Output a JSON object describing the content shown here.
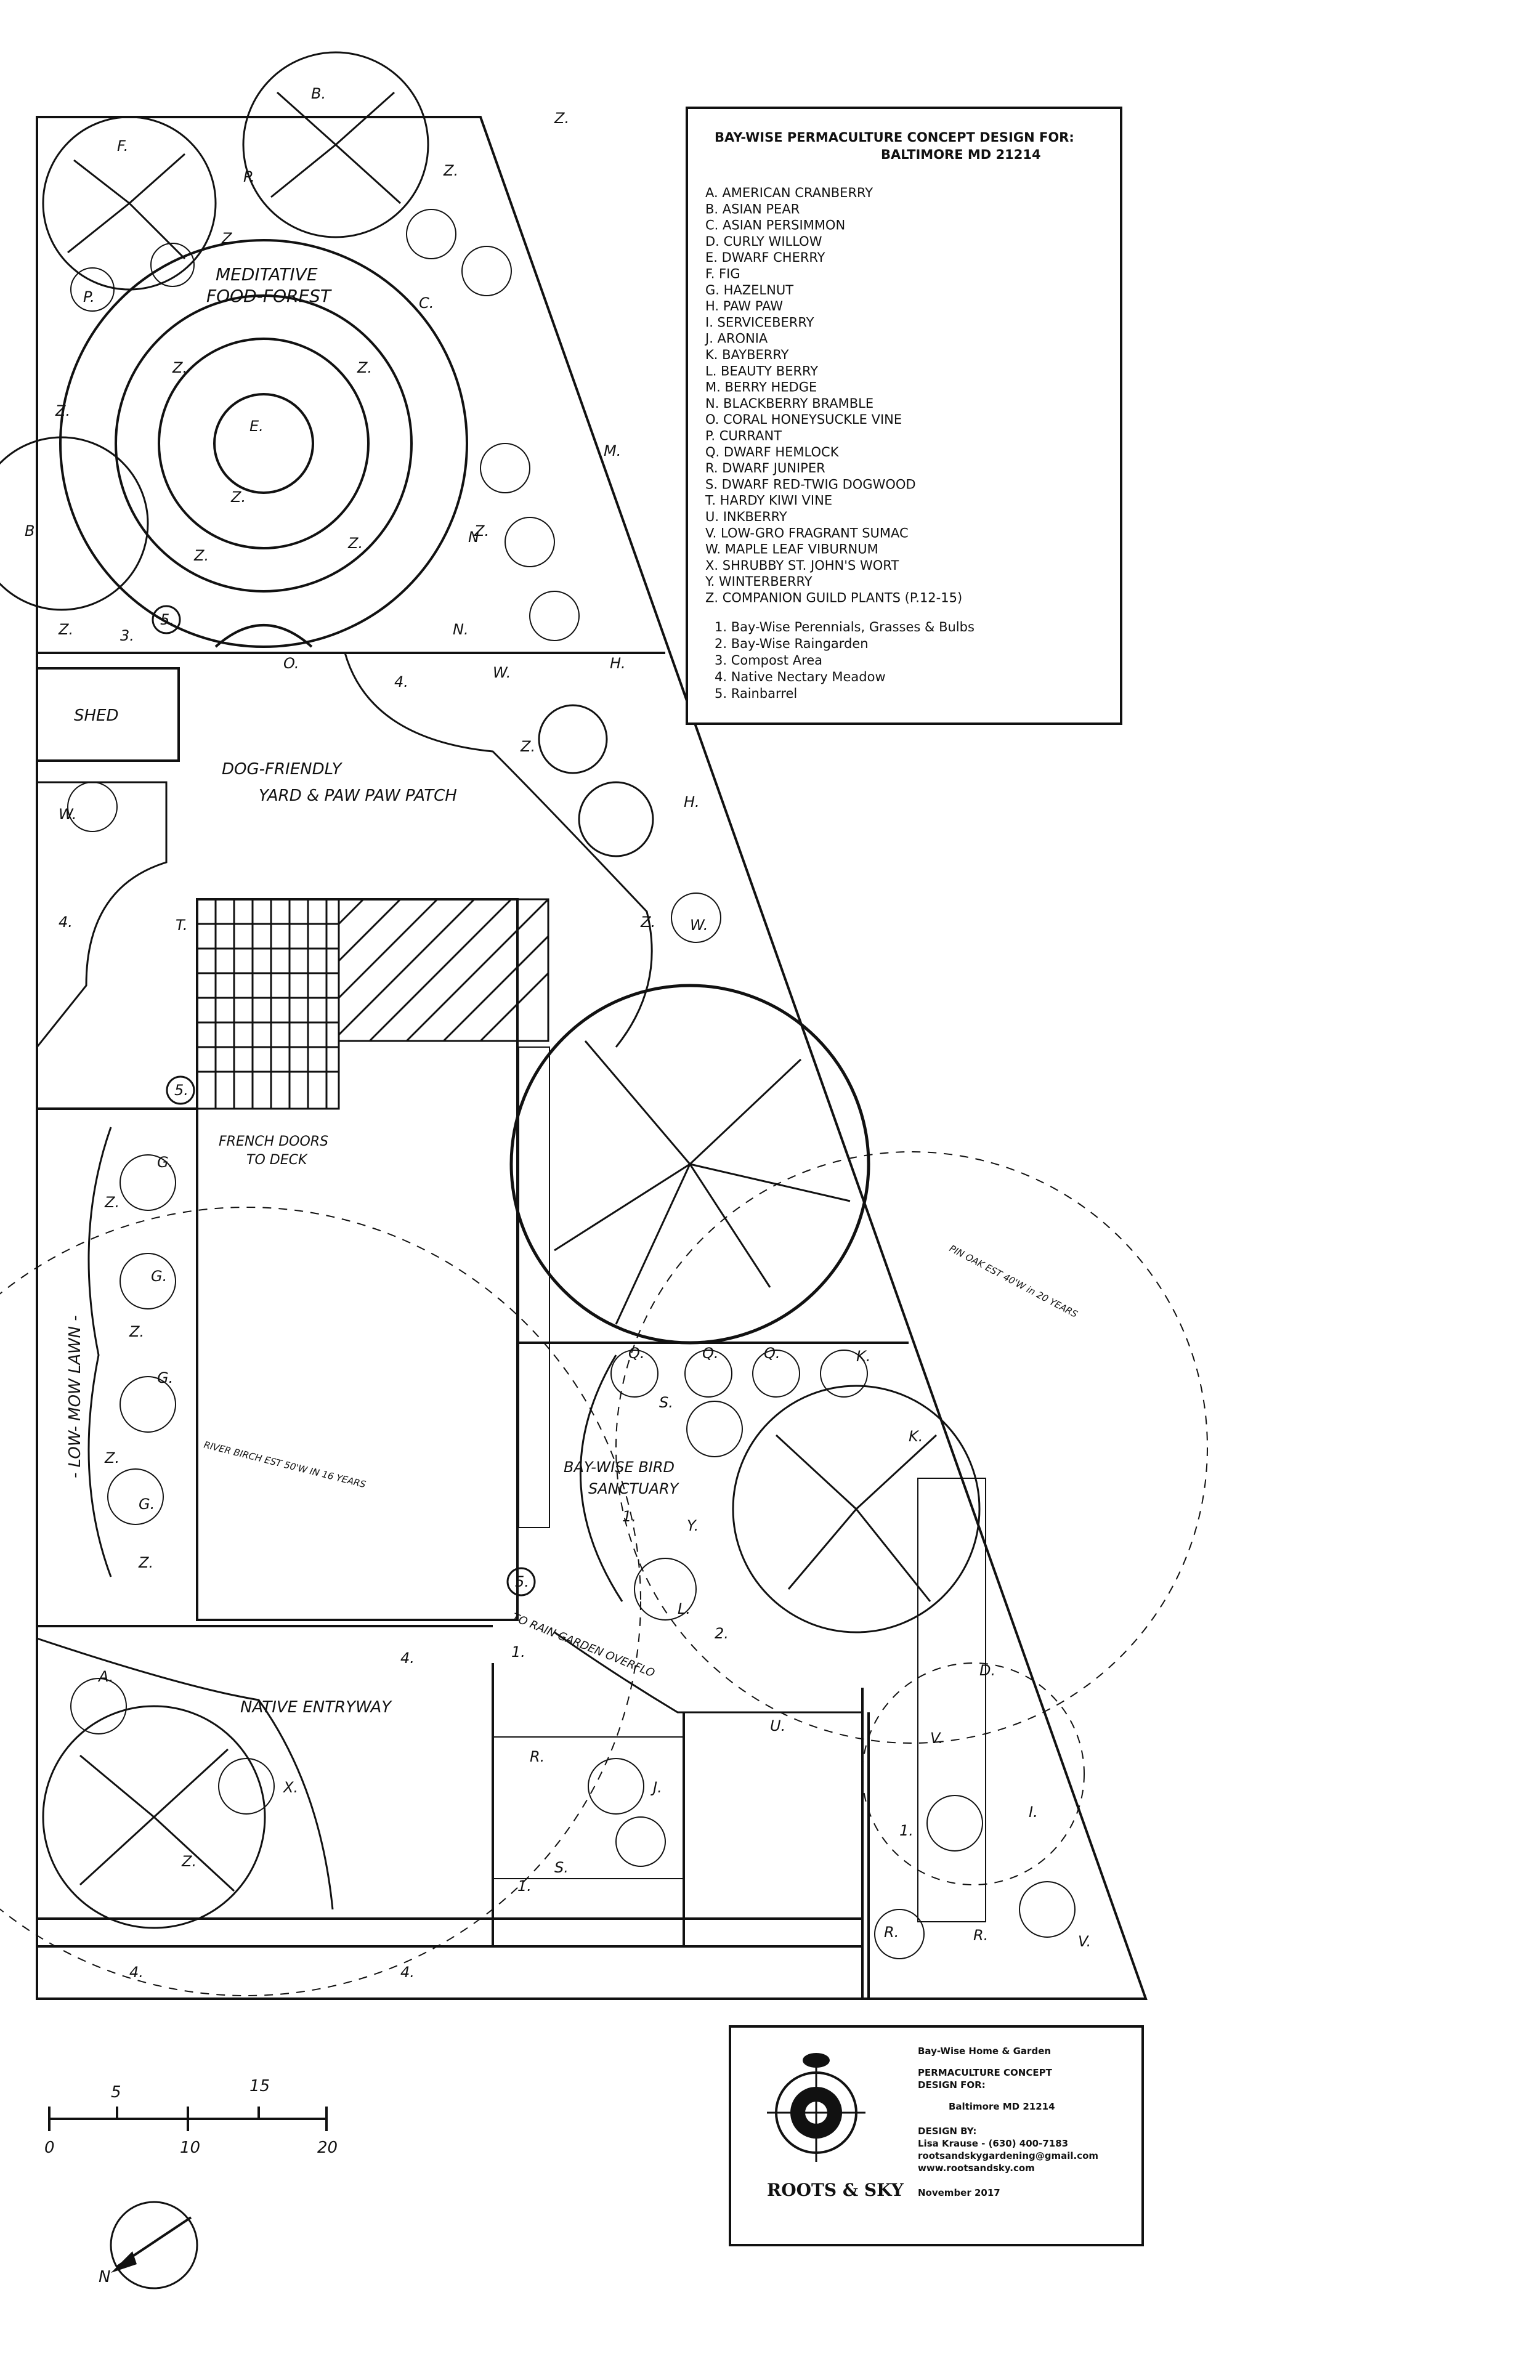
{
  "legend": {
    "title_line1": "BAY-WISE PERMACULTURE CONCEPT DESIGN FOR:",
    "title_line2": "BALTIMORE MD 21214",
    "plants": [
      "A.  AMERICAN CRANBERRY",
      "B.  ASIAN PEAR",
      "C.  ASIAN PERSIMMON",
      "D.  CURLY WILLOW",
      "E.  DWARF CHERRY",
      "F.  FIG",
      "G.  HAZELNUT",
      "H.  PAW PAW",
      "I.  SERVICEBERRY",
      "J.  ARONIA",
      "K.  BAYBERRY",
      "L.  BEAUTY BERRY",
      "M. BERRY HEDGE",
      "N.  BLACKBERRY BRAMBLE",
      "O.  CORAL HONEYSUCKLE VINE",
      "P.  CURRANT",
      "Q.  DWARF HEMLOCK",
      "R.  DWARF JUNIPER",
      "S.  DWARF RED-TWIG DOGWOOD",
      "T.  HARDY KIWI VINE",
      "U.  INKBERRY",
      "V.  LOW-GRO FRAGRANT SUMAC",
      "W.  MAPLE LEAF VIBURNUM",
      "X.  SHRUBBY ST. JOHN'S WORT",
      "Y.  WINTERBERRY",
      "Z.  COMPANION GUILD PLANTS (P.12-15)"
    ],
    "zones": [
      "1. Bay-Wise Perennials, Grasses & Bulbs",
      "2. Bay-Wise Raingarden",
      "3. Compost Area",
      "4. Native Nectary Meadow",
      "5. Rainbarrel"
    ]
  },
  "areas": {
    "food_forest_1": "MEDITATIVE",
    "food_forest_2": "FOOD-FOREST",
    "shed": "SHED",
    "yard_1": "DOG-FRIENDLY",
    "yard_2": "YARD & PAW PAW PATCH",
    "french_doors_1": "FRENCH DOORS",
    "french_doors_2": "TO DECK",
    "lawn": "- LOW- MOW  LAWN -",
    "sanctuary_1": "BAY-WISE BIRD",
    "sanctuary_2": "SANCTUARY",
    "entryway": "NATIVE  ENTRYWAY",
    "to_rain_garden": "TO RAIN GARDEN OVERFLO",
    "pin_oak": "PIN OAK EST 40'W in 20 YEARS",
    "river_birch": "RIVER BIRCH EST 50'W IN 16 YEARS"
  },
  "scale": {
    "t5": "5",
    "t15": "15",
    "t0": "0",
    "t10": "10",
    "t20": "20"
  },
  "north": "N",
  "title_block": {
    "company": "Bay-Wise Home & Garden",
    "heading1": "PERMACULTURE CONCEPT",
    "heading2": "DESIGN FOR:",
    "location": "Baltimore MD 21214",
    "design_by": "DESIGN BY:",
    "designer": "Lisa Krause - (630) 400-7183",
    "email": "rootsandskygardening@gmail.com",
    "website": "www.rootsandsky.com",
    "date": "November 2017",
    "logo_text": "ROOTS & SKY"
  },
  "plan_labels": [
    "B.",
    "F.",
    "P.",
    "P.",
    "Z.",
    "Z.",
    "C.",
    "Z.",
    "Z.",
    "E.",
    "Z.",
    "Z.",
    "Z.",
    "Z.",
    "Z.",
    "Z.",
    "B.",
    "Z.",
    "N.",
    "N",
    "M.",
    "5.",
    "3.",
    "O.",
    "4.",
    "H.",
    "W.",
    "Z.",
    "W.",
    "H.",
    "Z.",
    "W.",
    "4.",
    "T.",
    "5.",
    "G.",
    "Z.",
    "G.",
    "Z.",
    "Z.",
    "G.",
    "G.",
    "Z.",
    "Q.",
    "Q.",
    "Q.",
    "K.",
    "S.",
    "K.",
    "Y.",
    "L.",
    "1.",
    "2.",
    "D.",
    "V.",
    "1.",
    "I.",
    "5.",
    "4.",
    "1.",
    "A.",
    "X.",
    "Z.",
    "R.",
    "J.",
    "1.",
    "S.",
    "U.",
    "R.",
    "R.",
    "V.",
    "4.",
    "4."
  ],
  "colors": {
    "ink": "#111111",
    "paper": "#ffffff"
  }
}
